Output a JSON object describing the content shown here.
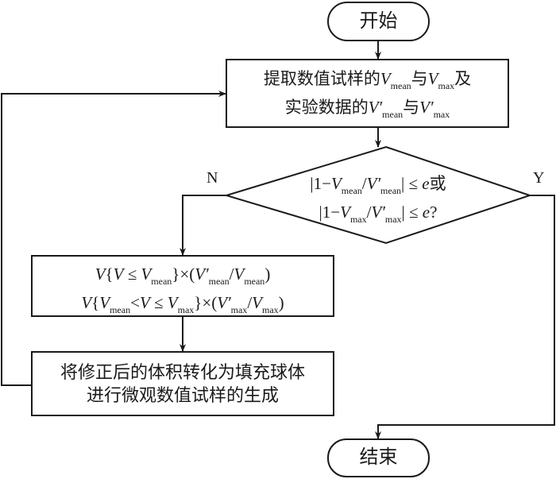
{
  "flowchart": {
    "start": {
      "label": "开始"
    },
    "end": {
      "label": "结束"
    },
    "extract": {
      "line1_prefix": "提取数值试样的",
      "line1_v1": "V",
      "line1_v1_sub": "mean",
      "line1_mid": "与",
      "line1_v2": "V",
      "line1_v2_sub": "max",
      "line1_suffix": "及",
      "line2_prefix": "实验数据的",
      "line2_v1": "V′",
      "line2_v1_sub": "mean",
      "line2_mid": "与",
      "line2_v2": "V′",
      "line2_v2_sub": "max"
    },
    "decision": {
      "line1_a": "|1−",
      "line1_v": "V",
      "line1_vsub": "mean",
      "line1_slash": "/",
      "line1_vp": "V′",
      "line1_vpsub": "mean",
      "line1_end": "| ≤ ",
      "line1_e": "e",
      "line1_or": "或",
      "line2_a": "|1−",
      "line2_v": "V",
      "line2_vsub": "max",
      "line2_slash": "/",
      "line2_vp": "V′",
      "line2_vpsub": "max",
      "line2_end": "| ≤ ",
      "line2_e": "e",
      "line2_q": "?"
    },
    "no_label": "N",
    "yes_label": "Y",
    "correction": {
      "l1_a": "V",
      "l1_b": "{",
      "l1_c": "V",
      "l1_d": " ≤ ",
      "l1_e": "V",
      "l1_e_sub": "mean",
      "l1_f": "}×(",
      "l1_g": "V′",
      "l1_g_sub": "mean",
      "l1_h": "/",
      "l1_i": "V",
      "l1_i_sub": "mean",
      "l1_j": ")",
      "l2_a": "V",
      "l2_b": "{",
      "l2_c": "V",
      "l2_c_sub": "mean",
      "l2_d": "<",
      "l2_e": "V",
      "l2_f": " ≤ ",
      "l2_g": "V",
      "l2_g_sub": "max",
      "l2_h": "}×(",
      "l2_i": "V′",
      "l2_i_sub": "max",
      "l2_j": "/",
      "l2_k": "V",
      "l2_k_sub": "max",
      "l2_l": ")"
    },
    "generate": {
      "line1": "将修正后的体积转化为填充球体",
      "line2": "进行微观数值试样的生成"
    }
  }
}
